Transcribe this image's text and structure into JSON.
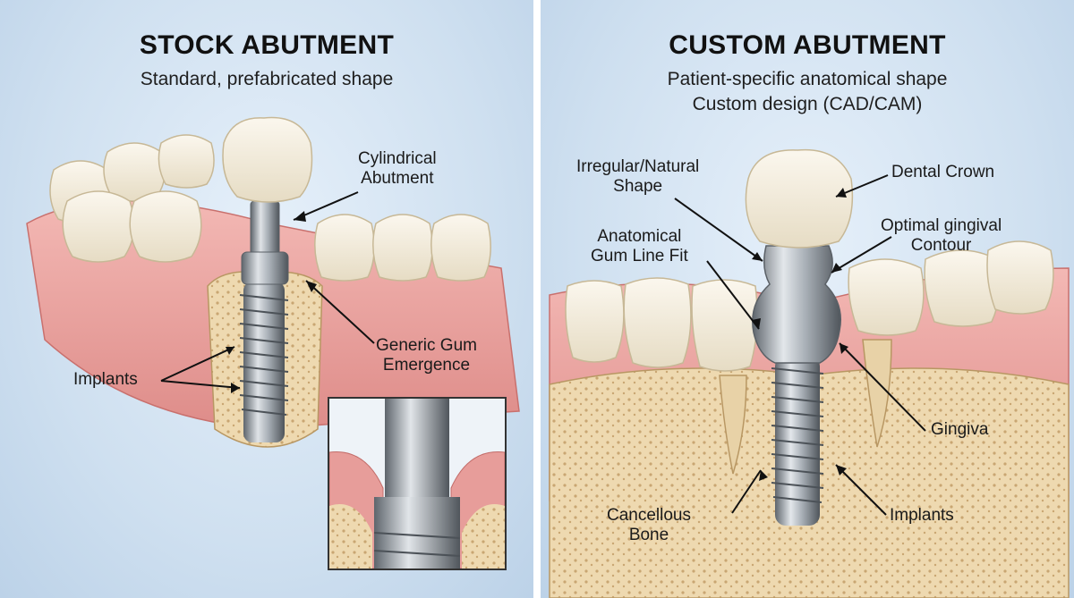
{
  "stock": {
    "title": "STOCK ABUTMENT",
    "subtitle": "Standard, prefabricated shape",
    "labels": {
      "abutment_1": "Cylindrical",
      "abutment_2": "Abutment",
      "gum_1": "Generic Gum",
      "gum_2": "Emergence",
      "implants": "Implants"
    }
  },
  "custom": {
    "title": "CUSTOM ABUTMENT",
    "subtitle_1": "Patient-specific anatomical shape",
    "subtitle_2": "Custom design (CAD/CAM)",
    "labels": {
      "shape_1": "Irregular/Natural",
      "shape_2": "Shape",
      "fit_1": "Anatomical",
      "fit_2": "Gum Line Fit",
      "crown": "Dental Crown",
      "contour_1": "Optimal gingival",
      "contour_2": "Contour",
      "gingiva": "Gingiva",
      "bone_1": "Cancellous",
      "bone_2": "Bone",
      "implants": "Implants"
    }
  },
  "colors": {
    "gum": "#e59a98",
    "tooth": "#f2ead7",
    "bone": "#eed9b0",
    "metal": "#9aa2aa"
  }
}
